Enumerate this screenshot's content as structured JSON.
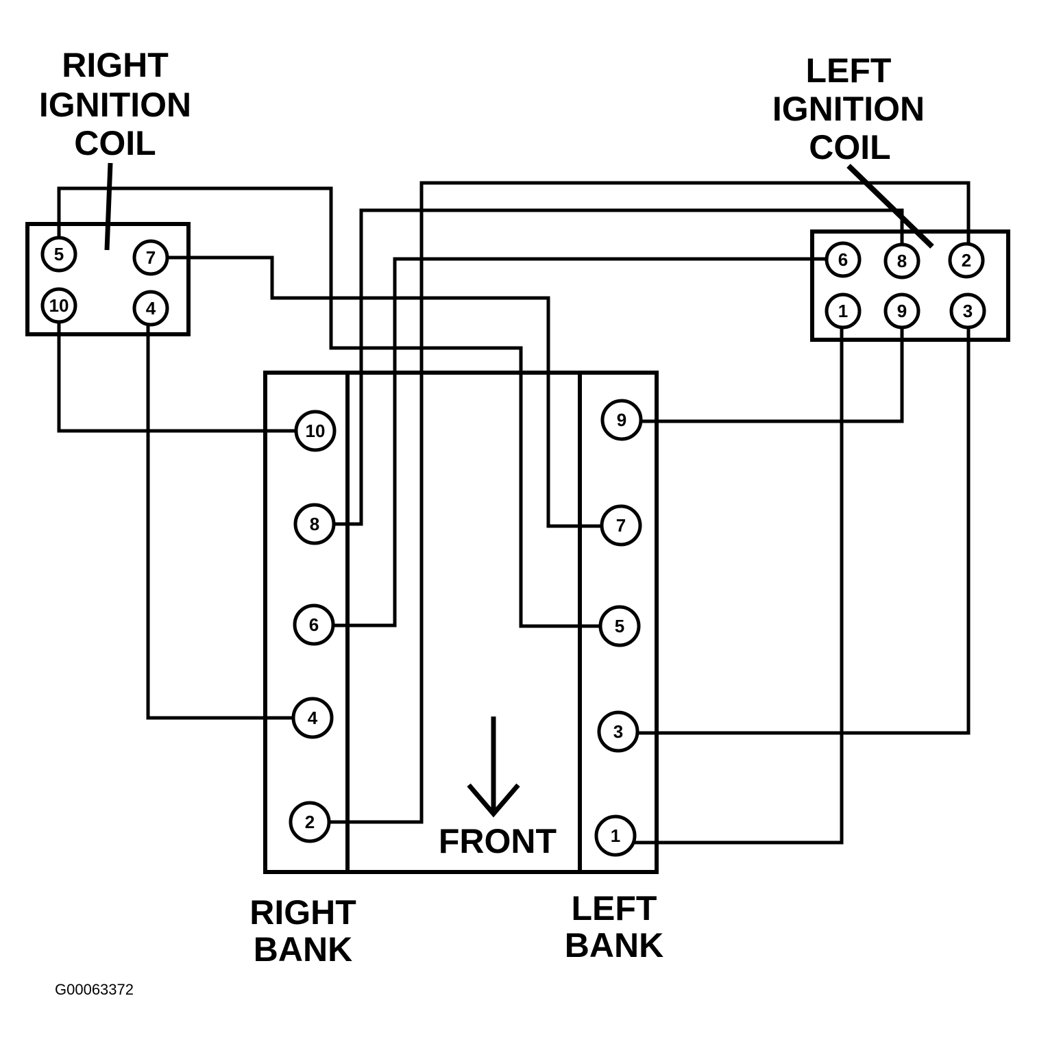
{
  "labels": {
    "right_coil": [
      "RIGHT",
      "IGNITION",
      "COIL"
    ],
    "left_coil": [
      "LEFT",
      "IGNITION",
      "COIL"
    ],
    "right_bank": [
      "RIGHT",
      "BANK"
    ],
    "left_bank": [
      "LEFT",
      "BANK"
    ],
    "front": "FRONT",
    "figure_code": "G00063372"
  },
  "right_coil_terminals": [
    "5",
    "7",
    "10",
    "4"
  ],
  "left_coil_terminals": [
    "6",
    "8",
    "2",
    "1",
    "9",
    "3"
  ],
  "right_bank_cylinders": [
    "10",
    "8",
    "6",
    "4",
    "2"
  ],
  "left_bank_cylinders": [
    "9",
    "7",
    "5",
    "3",
    "1"
  ]
}
